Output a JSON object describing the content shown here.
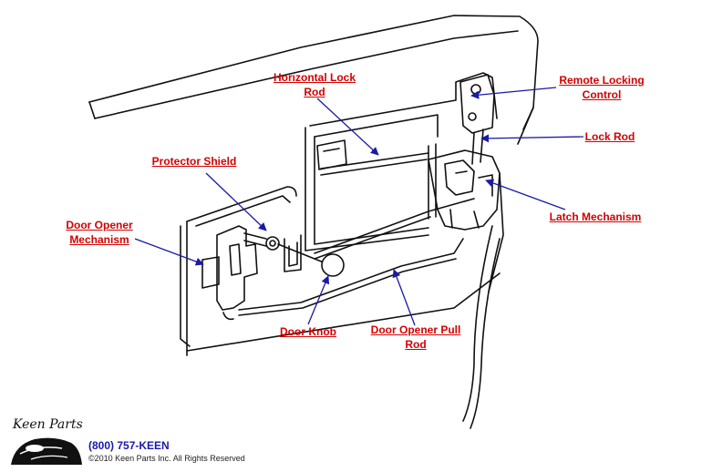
{
  "labels": {
    "horizontal_lock_rod": [
      "Horizontal Lock",
      "Rod"
    ],
    "remote_locking_control": [
      "Remote Locking",
      "Control"
    ],
    "lock_rod": [
      "Lock Rod"
    ],
    "protector_shield": [
      "Protector Shield"
    ],
    "latch_mechanism": [
      "Latch Mechanism"
    ],
    "door_opener_mechanism": [
      "Door Opener",
      "Mechanism"
    ],
    "door_knob": [
      "Door Knob"
    ],
    "door_opener_pull_rod": [
      "Door Opener Pull",
      "Rod"
    ]
  },
  "footer": {
    "logo_text": "Keen Parts",
    "phone": "(800) 757-KEEN",
    "copyright": "©2010 Keen Parts Inc. All Rights Reserved"
  },
  "colors": {
    "label": "#d40000",
    "arrow": "#1a1aa8",
    "line_art": "#111111"
  }
}
